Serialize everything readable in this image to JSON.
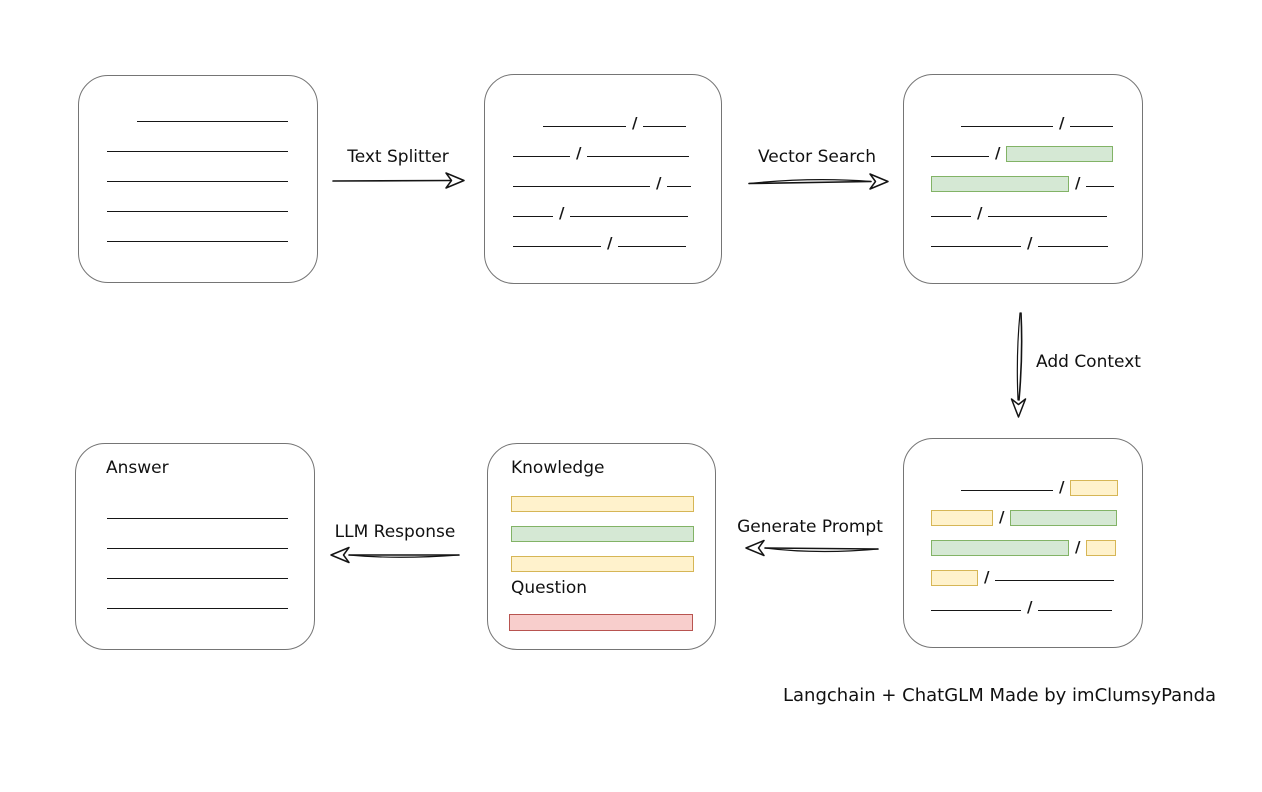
{
  "caption": "Langchain + ChatGLM Made by imClumsyPanda",
  "palette": {
    "green_fill": "#d5e8d4",
    "green_stroke": "#82b366",
    "yellow_fill": "#fff2cc",
    "yellow_stroke": "#d6b656",
    "red_fill": "#f8cecc",
    "red_stroke": "#b85450",
    "box_stroke": "#757575",
    "ink": "#161616"
  },
  "arrows": {
    "text_splitter": {
      "label": "Text Splitter"
    },
    "vector_search": {
      "label": "Vector Search"
    },
    "add_context": {
      "label": "Add Context"
    },
    "generate_prompt": {
      "label": "Generate Prompt"
    },
    "llm_response": {
      "label": "LLM Response"
    }
  },
  "nodes": {
    "document": {
      "rows": [
        {
          "indent": 30,
          "segs": [
            {
              "t": "line",
              "w": 151
            }
          ]
        },
        {
          "segs": [
            {
              "t": "line",
              "w": 181
            }
          ]
        },
        {
          "segs": [
            {
              "t": "line",
              "w": 181
            }
          ]
        },
        {
          "segs": [
            {
              "t": "line",
              "w": 181
            }
          ]
        },
        {
          "segs": [
            {
              "t": "line",
              "w": 181
            }
          ]
        }
      ]
    },
    "split_chunks": {
      "rows": [
        {
          "indent": 30,
          "segs": [
            {
              "t": "line",
              "w": 83
            },
            {
              "t": "line",
              "w": 43
            }
          ]
        },
        {
          "segs": [
            {
              "t": "line",
              "w": 57
            },
            {
              "t": "line",
              "w": 102
            }
          ]
        },
        {
          "segs": [
            {
              "t": "line",
              "w": 137
            },
            {
              "t": "line",
              "w": 24
            }
          ]
        },
        {
          "segs": [
            {
              "t": "line",
              "w": 40
            },
            {
              "t": "line",
              "w": 118
            }
          ]
        },
        {
          "segs": [
            {
              "t": "line",
              "w": 88
            },
            {
              "t": "line",
              "w": 68
            }
          ]
        }
      ]
    },
    "matched_chunks": {
      "rows": [
        {
          "indent": 30,
          "segs": [
            {
              "t": "line",
              "w": 92
            },
            {
              "t": "line",
              "w": 43
            }
          ]
        },
        {
          "segs": [
            {
              "t": "line",
              "w": 58
            },
            {
              "t": "green",
              "w": 107
            }
          ]
        },
        {
          "segs": [
            {
              "t": "green",
              "w": 138
            },
            {
              "t": "line",
              "w": 28
            }
          ]
        },
        {
          "segs": [
            {
              "t": "line",
              "w": 40
            },
            {
              "t": "line",
              "w": 119
            }
          ]
        },
        {
          "segs": [
            {
              "t": "line",
              "w": 90
            },
            {
              "t": "line",
              "w": 70
            }
          ]
        }
      ]
    },
    "context_chunks": {
      "rows": [
        {
          "indent": 30,
          "segs": [
            {
              "t": "line",
              "w": 92
            },
            {
              "t": "yellow",
              "w": 48
            }
          ]
        },
        {
          "segs": [
            {
              "t": "yellow",
              "w": 62
            },
            {
              "t": "green",
              "w": 107
            }
          ]
        },
        {
          "segs": [
            {
              "t": "green",
              "w": 138
            },
            {
              "t": "yellow",
              "w": 30
            }
          ]
        },
        {
          "segs": [
            {
              "t": "yellow",
              "w": 47
            },
            {
              "t": "line",
              "w": 119
            }
          ]
        },
        {
          "segs": [
            {
              "t": "line",
              "w": 90
            },
            {
              "t": "line",
              "w": 74
            }
          ]
        }
      ]
    },
    "prompt": {
      "knowledge_label": "Knowledge",
      "question_label": "Question",
      "bars": [
        {
          "class": "pbar yellow"
        },
        {
          "class": "pbar green"
        },
        {
          "class": "pbar yellow"
        }
      ],
      "question_bar_class": "pbar red"
    },
    "answer": {
      "label": "Answer",
      "rows": [
        {
          "segs": [
            {
              "t": "line",
              "w": 181
            }
          ]
        },
        {
          "segs": [
            {
              "t": "line",
              "w": 181
            }
          ]
        },
        {
          "segs": [
            {
              "t": "line",
              "w": 181
            }
          ]
        },
        {
          "segs": [
            {
              "t": "line",
              "w": 181
            }
          ]
        }
      ]
    }
  }
}
